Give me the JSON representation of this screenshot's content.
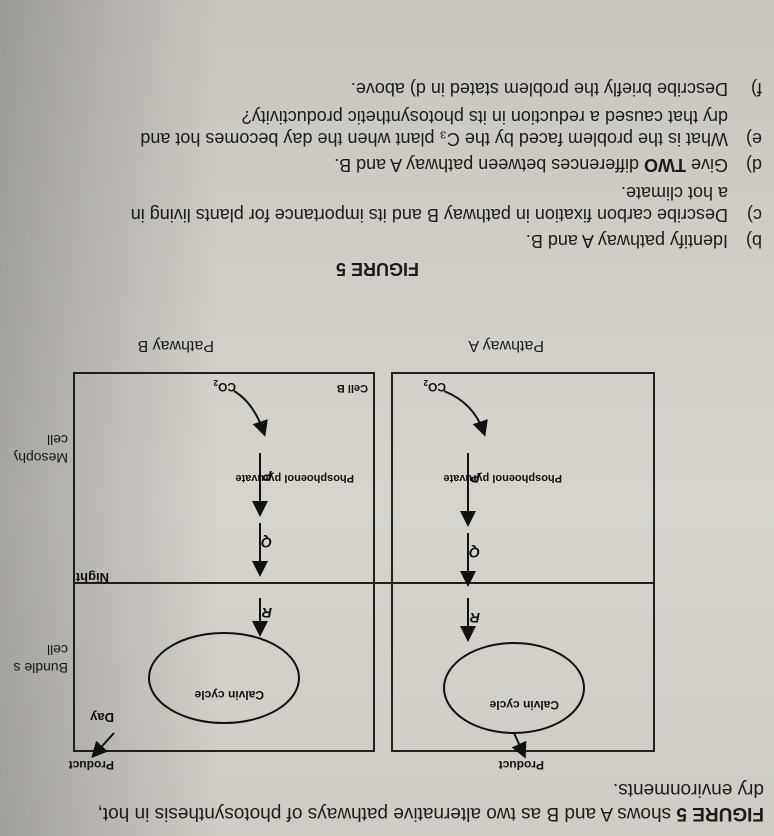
{
  "intro": {
    "fig_ref": "FIGURE 5",
    "line1_rest": " shows A and B as two alternative pathways of photosynthesis in hot,",
    "line2": "dry environments."
  },
  "figure": {
    "bundle_sheath": "Bundle sheath",
    "bundle_sheath_2": "cell",
    "mesophyll": "Mesophyll",
    "mesophyll_2": "cell",
    "pathway_a": {
      "product": "Product",
      "calvin": "Calvin cycle",
      "r": "R",
      "q": "Q",
      "p": "P",
      "pep": "Phosphoenol pyruvate",
      "co2": "CO",
      "co2_sub": "2",
      "label": "Pathway A"
    },
    "pathway_b": {
      "product": "Product",
      "day": "Day",
      "calvin": "Calvin cycle",
      "r": "R",
      "night": "Night",
      "q": "Q",
      "p": "P",
      "pep": "Phosphoenol pyruvate",
      "cell_b": "Cell B",
      "co2": "CO",
      "co2_sub": "2",
      "label": "Pathway B"
    },
    "caption": "FIGURE 5"
  },
  "questions": [
    {
      "key": "b)",
      "lines": [
        "Identify pathway A and B."
      ]
    },
    {
      "key": "c)",
      "lines": [
        "Describe carbon fixation in pathway B and its importance for plants living in",
        "a hot climate."
      ]
    },
    {
      "key": "d)",
      "pre": "Give ",
      "bold": "TWO",
      "post": " differences between pathway A and B."
    },
    {
      "key": "e)",
      "lines": [
        "What is the problem faced by the C₃ plant when the day becomes hot and",
        "dry that caused a reduction in its photosynthetic productivity?"
      ]
    },
    {
      "key": "f)",
      "lines": [
        "Describe briefly the problem stated in d) above."
      ]
    }
  ]
}
